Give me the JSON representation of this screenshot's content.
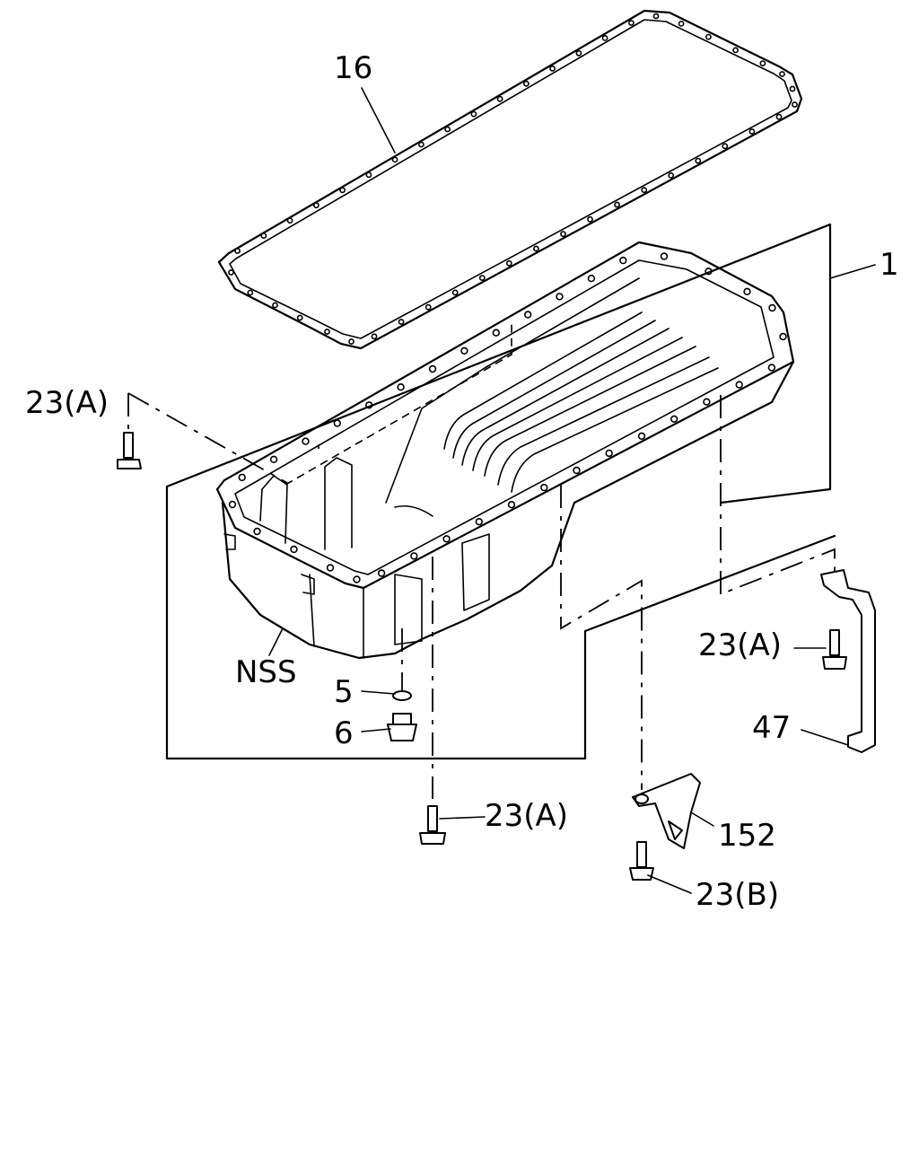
{
  "labels": {
    "gasket": "16",
    "oil_pan": "1",
    "bolt_left": "23(A)",
    "nss": "NSS",
    "washer": "5",
    "drain_plug": "6",
    "bolt_right": "23(A)",
    "bolt_bottom": "23(A)",
    "bracket": "152",
    "bolt_b": "23(B)",
    "dipstick_tube": "47"
  }
}
